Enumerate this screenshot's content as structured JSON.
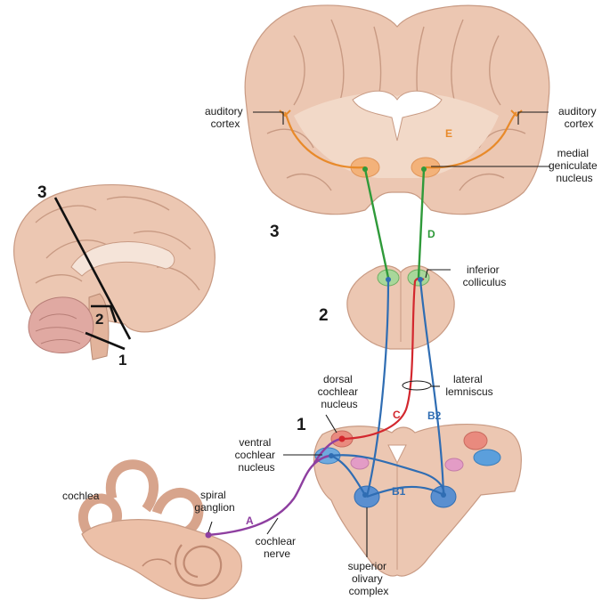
{
  "labels": {
    "auditory_cortex_left": [
      "auditory",
      "cortex"
    ],
    "auditory_cortex_right": [
      "auditory",
      "cortex"
    ],
    "medial_geniculate": [
      "medial",
      "geniculate",
      "nucleus"
    ],
    "inferior_colliculus": [
      "inferior",
      "colliculus"
    ],
    "lateral_lemniscus": [
      "lateral",
      "lemniscus"
    ],
    "dorsal_cochlear": [
      "dorsal",
      "cochlear",
      "nucleus"
    ],
    "ventral_cochlear": [
      "ventral",
      "cochlear",
      "nucleus"
    ],
    "cochlea": "cochlea",
    "spiral_ganglion": [
      "spiral",
      "ganglion"
    ],
    "cochlear_nerve": [
      "cochlear",
      "nerve"
    ],
    "superior_olivary": [
      "superior",
      "olivary",
      "complex"
    ]
  },
  "section_numbers": {
    "midsag_1": "1",
    "midsag_2": "2",
    "midsag_3": "3",
    "level_1": "1",
    "level_2": "2",
    "level_3": "3"
  },
  "pathways": {
    "A": {
      "letter": "A",
      "color": "#8e3fa0"
    },
    "B1": {
      "letter": "B1",
      "color": "#2f6db3"
    },
    "B2": {
      "letter": "B2",
      "color": "#2f6db3"
    },
    "C": {
      "letter": "C",
      "color": "#d3272e"
    },
    "D": {
      "letter": "D",
      "color": "#2f9a3a"
    },
    "E": {
      "letter": "E",
      "color": "#e88a2a"
    }
  }
}
